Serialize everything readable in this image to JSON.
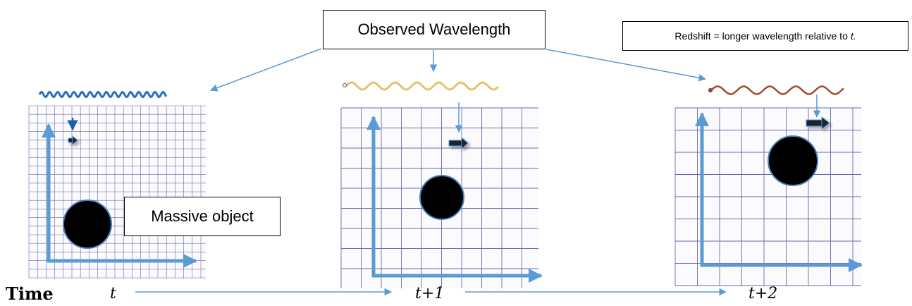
{
  "title": "Observed Wavelength",
  "note": {
    "text": "Redshift = longer wavelength relative to",
    "variable": "t."
  },
  "object_label": "Massive object",
  "time": {
    "label": "Time",
    "steps": [
      "t",
      "t+1",
      "t+2"
    ]
  },
  "colors": {
    "arrow": "#5b9bd5",
    "grid_line": "#6a69a8",
    "wave_t": "#2a6fb8",
    "wave_t1": "#e3c46a",
    "wave_t2": "#a8482c",
    "mass": "#000000",
    "mass_outline": "#4a7fbf"
  }
}
